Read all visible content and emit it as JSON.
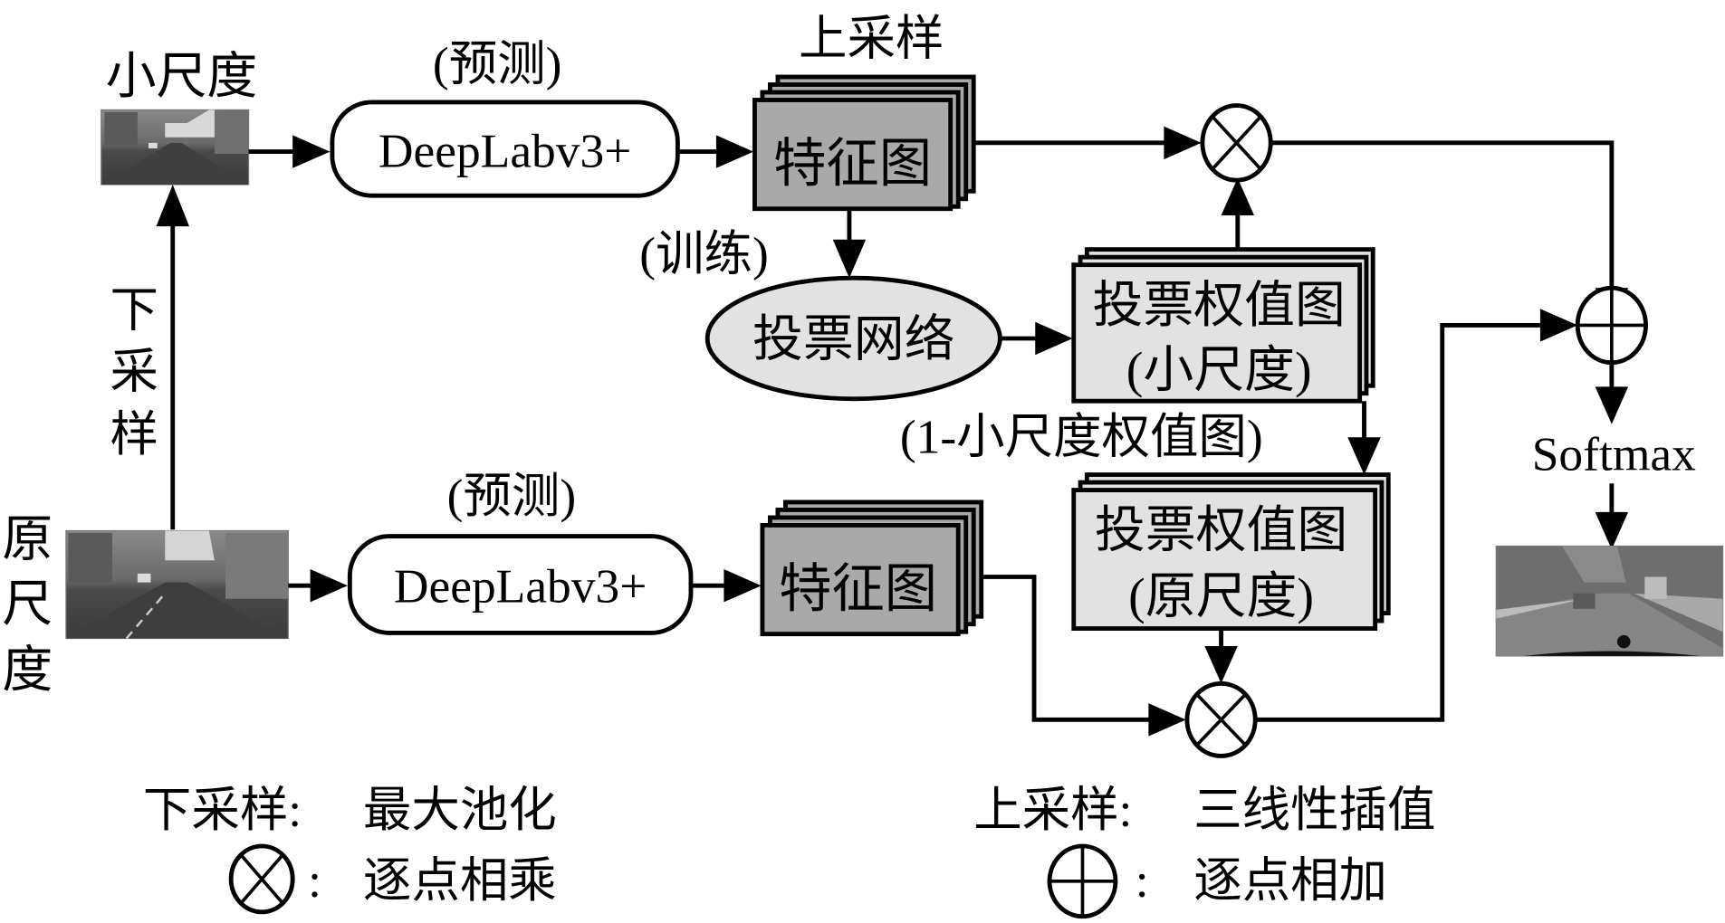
{
  "labels": {
    "small_scale": "小尺度",
    "original_scale_chars": [
      "原",
      "尺",
      "度"
    ],
    "downsample_chars": [
      "下",
      "采",
      "样"
    ],
    "upsample": "上采样",
    "predict_top": "(预测)",
    "predict_bottom": "(预测)",
    "train": "(训练)",
    "one_minus": "(1-小尺度权值图)",
    "softmax": "Softmax"
  },
  "nodes": {
    "deeplab_top": "DeepLabv3+",
    "deeplab_bottom": "DeepLabv3+",
    "feature_map_top": "特征图",
    "feature_map_bottom": "特征图",
    "voting_network": "投票网络",
    "weight_map_small_line1": "投票权值图",
    "weight_map_small_line2": "(小尺度)",
    "weight_map_orig_line1": "投票权值图",
    "weight_map_orig_line2": "(原尺度)"
  },
  "images": {
    "small_scale_image": "street-scene-small",
    "original_scale_image": "street-scene-original",
    "output_image": "segmentation-output"
  },
  "operators": {
    "multiply_top": "multiply-circle-icon",
    "multiply_bottom": "multiply-circle-icon",
    "add": "add-circle-icon"
  },
  "legend": {
    "downsample_key": "下采样:",
    "downsample_value": "最大池化",
    "upsample_key": "上采样:",
    "upsample_value": "三线性插值",
    "multiply_sep": ":",
    "multiply_value": "逐点相乘",
    "add_sep": ":",
    "add_value": "逐点相加"
  },
  "colors": {
    "feature_map_fill": "#a9a9a9",
    "weight_map_fill": "#e2e2e2",
    "line": "#000000"
  }
}
